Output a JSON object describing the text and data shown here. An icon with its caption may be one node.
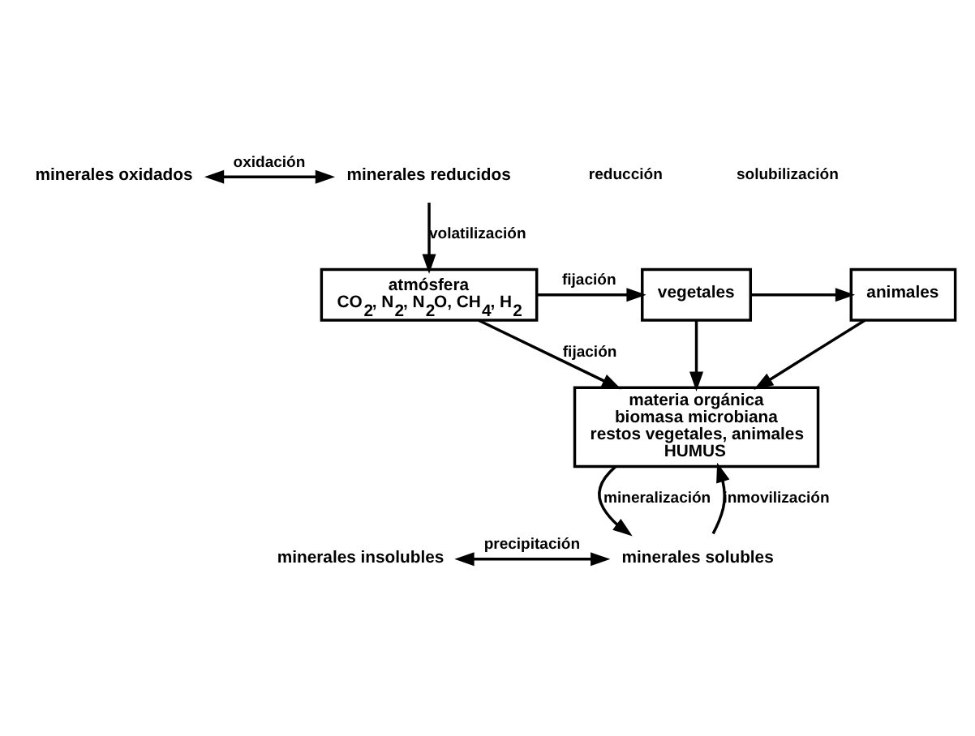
{
  "diagram": {
    "nodes": [
      {
        "text": [
          "vegetales"
        ]
      },
      {
        "text": [
          "animales"
        ]
      },
      {
        "text": [
          "atmósfera",
          "CO$_{2}$, N$_{2}$, N$_{2}$O, CH$_{4}$, H$_{2}$"
        ]
      },
      {
        "text": [
          "minerales oxidados"
        ]
      },
      {
        "text": [
          "minerales reducidos"
        ]
      },
      {
        "text": [
          "minerales insolubles"
        ]
      },
      {
        "text": [
          "minerales solubles"
        ]
      },
      {
        "text": [
          "materia orgánica",
          "biomasa microbiana",
          "restos vegetales, animales",
          "HUMUS"
        ]
      }
    ],
    "edges": [
      {
        "from": 0,
        "to": 1,
        "arrow": "to"
      },
      {
        "from": 2,
        "to": 0,
        "arrow": "to",
        "label": "fijación"
      },
      {
        "from": 4,
        "to": 2,
        "arrow": "to",
        "label": "volatilización"
      },
      {
        "from": 3,
        "to": 4,
        "arrow": "both",
        "label": "oxidación"
      },
      {
        "from": 5,
        "to": 6,
        "arrow": "both",
        "label": "precipitación"
      },
      {
        "from": 6,
        "to": 7,
        "arrow": "to",
        "label": "inmovilización"
      },
      {
        "from": 7,
        "to": 6,
        "arrow": "to",
        "label": "mineralización"
      },
      {
        "from": 2,
        "to": 7,
        "arrow": "to",
        "label": "fijación"
      },
      {
        "from": 0,
        "to": 7,
        "arrow": "to"
      },
      {
        "from": 1,
        "to": 7,
        "arrow": "to"
      }
    ],
    "labels": [
      "reducción",
      "solubilización"
    ]
  }
}
